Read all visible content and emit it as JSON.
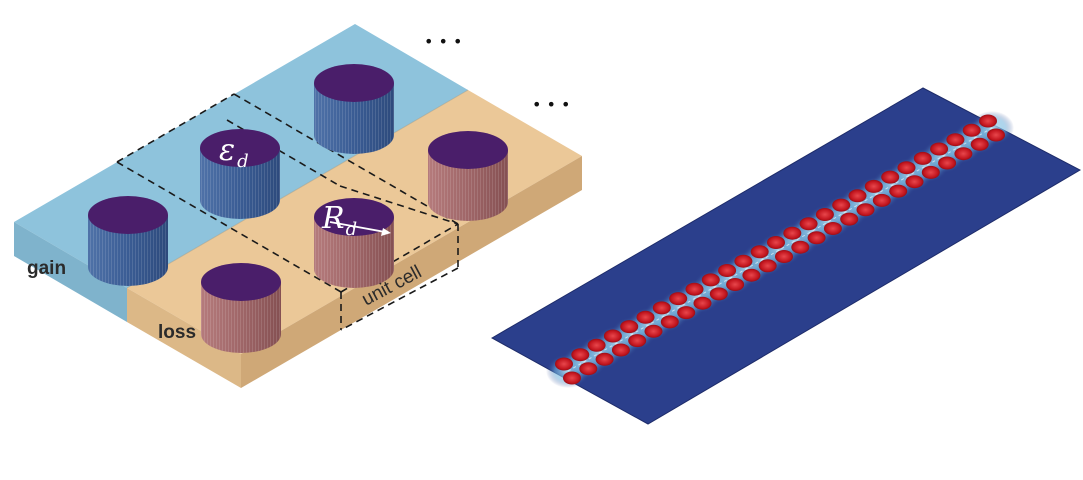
{
  "diagram": {
    "labels": {
      "gain": "gain",
      "loss": "loss",
      "unit_cell": "unit cell",
      "permittivity_symbol": "ε",
      "permittivity_subscript": "d",
      "radius_symbol": "R",
      "radius_subscript": "d",
      "continuation_top": "• • •",
      "continuation_right": "• • •"
    },
    "colors": {
      "gain_region": "#8ec3dc",
      "loss_region": "#ebc898",
      "pillar_top": "#4a1e6a",
      "gain_pillar_side": "#3d5f98",
      "loss_pillar_side": "#a26a6c",
      "field_background": "#2b3f8c",
      "field_spot": "#c8202a"
    },
    "icons": {
      "ellipsis": "three-dots-icon",
      "radius_arrow": "arrow-right-icon"
    },
    "field_map": {
      "rows": 2,
      "spots_per_row": 27
    }
  }
}
